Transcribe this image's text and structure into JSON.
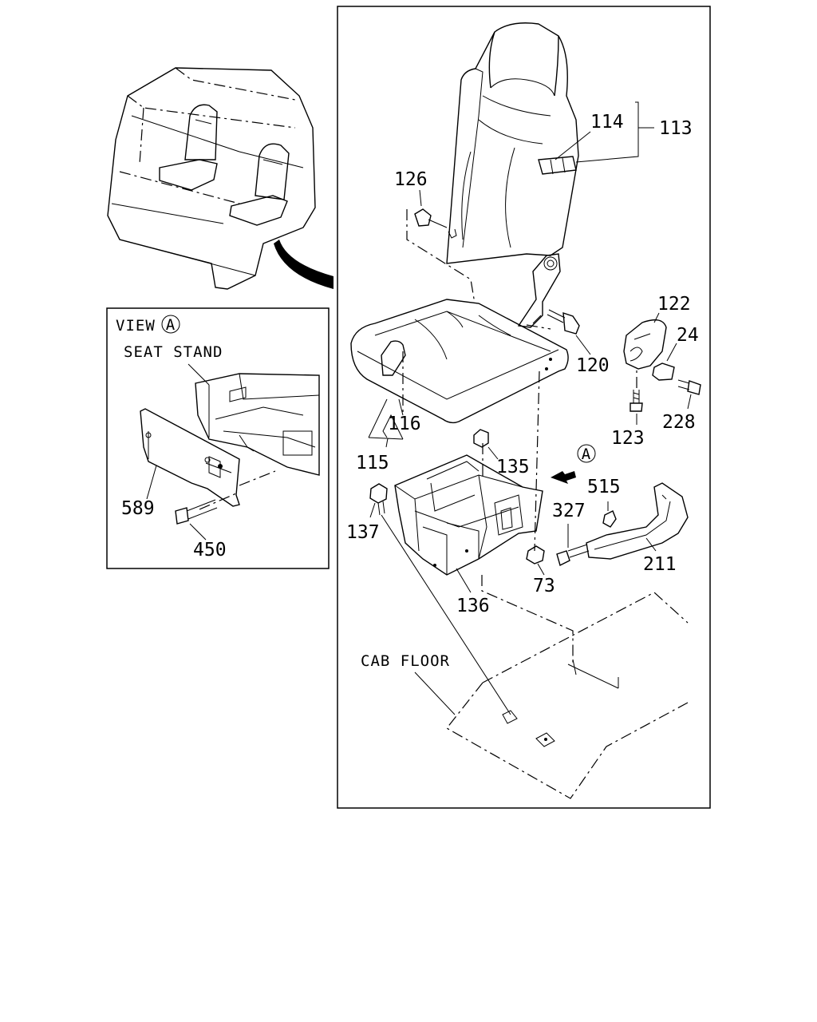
{
  "callouts": {
    "p113": "113",
    "p114": "114",
    "p126": "126",
    "p122": "122",
    "p24": "24",
    "p120": "120",
    "p116": "116",
    "p115": "115",
    "p123": "123",
    "p228": "228",
    "p135": "135",
    "p515": "515",
    "p327": "327",
    "p137": "137",
    "p211": "211",
    "p73": "73",
    "p136": "136",
    "p589": "589",
    "p450": "450"
  },
  "labels": {
    "view_word": "VIEW",
    "view_letter": "A",
    "seat_stand": "SEAT STAND",
    "cab_floor": "CAB FLOOR",
    "direction_letter": "A"
  }
}
